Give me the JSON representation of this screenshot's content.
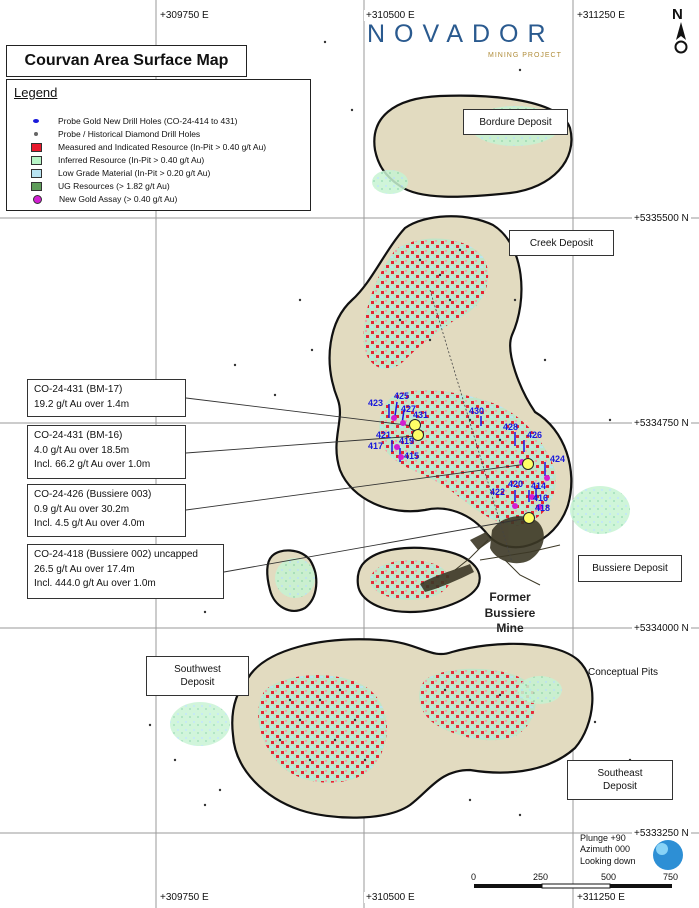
{
  "title": "Courvan Area Surface Map",
  "logo": {
    "name": "NOVADOR",
    "subtitle": "MINING PROJECT"
  },
  "north_label": "N",
  "grid": {
    "top_eastings": [
      "+309750 E",
      "+310500 E",
      "+311250 E"
    ],
    "bottom_eastings": [
      "+309750 E",
      "+310500 E",
      "+311250 E"
    ],
    "northings": [
      "+5335500 N",
      "+5334750 N",
      "+5334000 N",
      "+5333250 N"
    ]
  },
  "legend": {
    "title": "Legend",
    "items": [
      {
        "label": "Probe Gold New Drill Holes (CO-24-414 to 431)",
        "color": "#1a1adb",
        "kind": "dot"
      },
      {
        "label": "Probe / Historical Diamond Drill Holes",
        "color": "#555555",
        "kind": "dot"
      },
      {
        "label": "Measured and Indicated Resource (In-Pit > 0.40 g/t Au)",
        "color": "#e8192c",
        "kind": "swatch"
      },
      {
        "label": "Inferred Resource (In-Pit > 0.40 g/t Au)",
        "color": "#b7f5c7",
        "kind": "swatch"
      },
      {
        "label": "Low Grade Material (In-Pit > 0.20 g/t Au)",
        "color": "#b9e4f2",
        "kind": "swatch"
      },
      {
        "label": "UG Resources (> 1.82 g/t Au)",
        "color": "#5e9c5a",
        "kind": "swatch"
      },
      {
        "label": "New Gold Assay (> 0.40 g/t Au)",
        "color": "#d21fd2",
        "kind": "dot"
      }
    ]
  },
  "deposits": {
    "bordure": "Bordure Deposit",
    "creek": "Creek Deposit",
    "bussiere": "Bussiere Deposit",
    "southwest": [
      "Southwest",
      "Deposit"
    ],
    "southeast": [
      "Southeast",
      "Deposit"
    ]
  },
  "mine_label": [
    "Former Bussiere",
    "Mine"
  ],
  "conceptual_pits": "Conceptual Pits",
  "callouts": [
    {
      "lines": [
        "CO-24-431 (BM-17)",
        "19.2 g/t Au over 1.4m"
      ]
    },
    {
      "lines": [
        "CO-24-431 (BM-16)",
        "4.0 g/t Au over 18.5m",
        "Incl. 66.2 g/t Au over 1.0m"
      ]
    },
    {
      "lines": [
        "CO-24-426 (Bussiere 003)",
        "0.9 g/t Au over 30.2m",
        "Incl. 4.5 g/t Au over 4.0m"
      ]
    },
    {
      "lines": [
        "CO-24-418 (Bussiere 002) uncapped",
        "26.5 g/t Au over 17.4m",
        "Incl. 444.0 g/t Au over 1.0m"
      ]
    }
  ],
  "drill_holes": [
    "423",
    "425",
    "427",
    "431",
    "421",
    "419",
    "417",
    "415",
    "430",
    "428",
    "426",
    "424",
    "422",
    "420",
    "414",
    "416",
    "418"
  ],
  "view_info": [
    "Plunge +90",
    "Azimuth 000",
    "Looking down"
  ],
  "scale_bar": [
    "0",
    "250",
    "500",
    "750"
  ]
}
